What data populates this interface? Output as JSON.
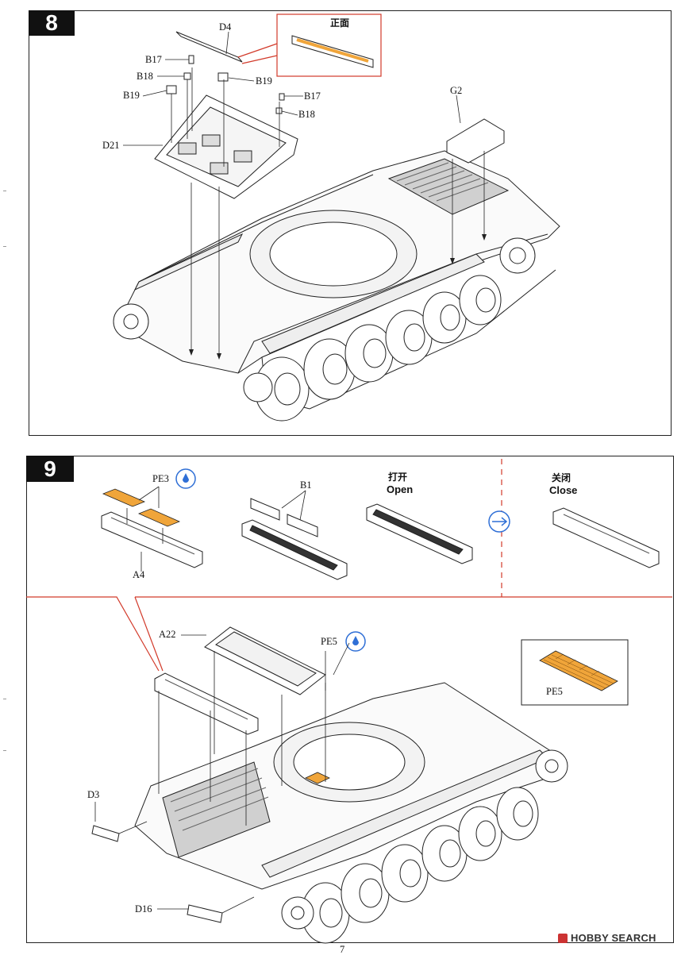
{
  "step8": {
    "number": "8",
    "labels": {
      "d4": "D4",
      "b17_top": "B17",
      "b18_top": "B18",
      "b19_left": "B19",
      "b19_right": "B19",
      "b17_right": "B17",
      "b18_right": "B18",
      "d21": "D21",
      "g2": "G2"
    },
    "callout_label": "正面"
  },
  "step9": {
    "number": "9",
    "labels": {
      "pe3": "PE3",
      "a4": "A4",
      "b1": "B1",
      "a22": "A22",
      "pe5": "PE5",
      "pe5_box": "PE5",
      "d3": "D3",
      "d16": "D16"
    },
    "open_cn": "打开",
    "open_en": "Open",
    "close_cn": "关闭",
    "close_en": "Close"
  },
  "footer": {
    "page": "7",
    "watermark": "HOBBY SEARCH"
  },
  "colors": {
    "etch": "#f0a53a",
    "red": "#d23a2a",
    "blue": "#2f6fd6",
    "line": "#222222"
  }
}
